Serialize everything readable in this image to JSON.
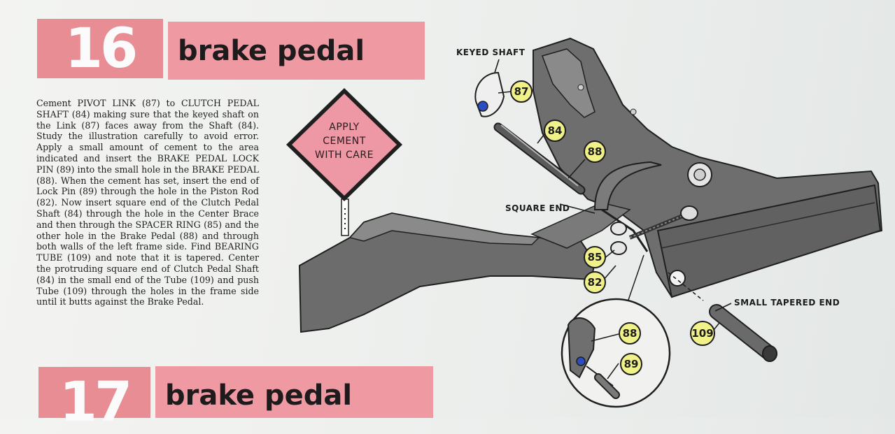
{
  "step16": {
    "number": "16",
    "title": "brake pedal",
    "instructions": "Cement PIVOT LINK (87) to CLUTCH PEDAL SHAFT (84) making sure that the keyed shaft on the Link (87) faces away from the Shaft (84). Study the illustration carefully to avoid error. Apply a small amount of cement to the area indicated and insert the BRAKE PEDAL LOCK PIN (89) into the small hole in the BRAKE PEDAL (88). When the cement has set, insert the end of Lock Pin (89) through the hole in the Piston Rod (82). Now insert square end of the Clutch Pedal Shaft (84) through the hole in the Center Brace and then through the SPACER RING (85) and the other hole in the Brake Pedal (88) and through both walls of the left frame side. Find BEARING TUBE (109) and note that it is tapered. Center the protruding square end of Clutch Pedal Shaft (84) in the small end of the Tube (109) and push Tube (109) through the holes in the frame side until it butts against the Brake Pedal."
  },
  "step17": {
    "number": "17",
    "title": "brake pedal"
  },
  "sign": {
    "line1": "APPLY",
    "line2": "CEMENT",
    "line3": "WITH CARE"
  },
  "labels": {
    "keyed_shaft": "KEYED SHAFT",
    "square_end": "SQUARE END",
    "small_tapered_end": "SMALL TAPERED END"
  },
  "callouts": {
    "c87": "87",
    "c84": "84",
    "c88": "88",
    "c85": "85",
    "c82": "82",
    "c109": "109",
    "c88_detail": "88",
    "c89": "89"
  },
  "colors": {
    "pink_band": "#ef9aa3",
    "number_band": "#e88d93",
    "callout_yellow": "#f1f18a",
    "part_gray": "#6f6f6f",
    "sign_pink": "#ee98a6"
  }
}
